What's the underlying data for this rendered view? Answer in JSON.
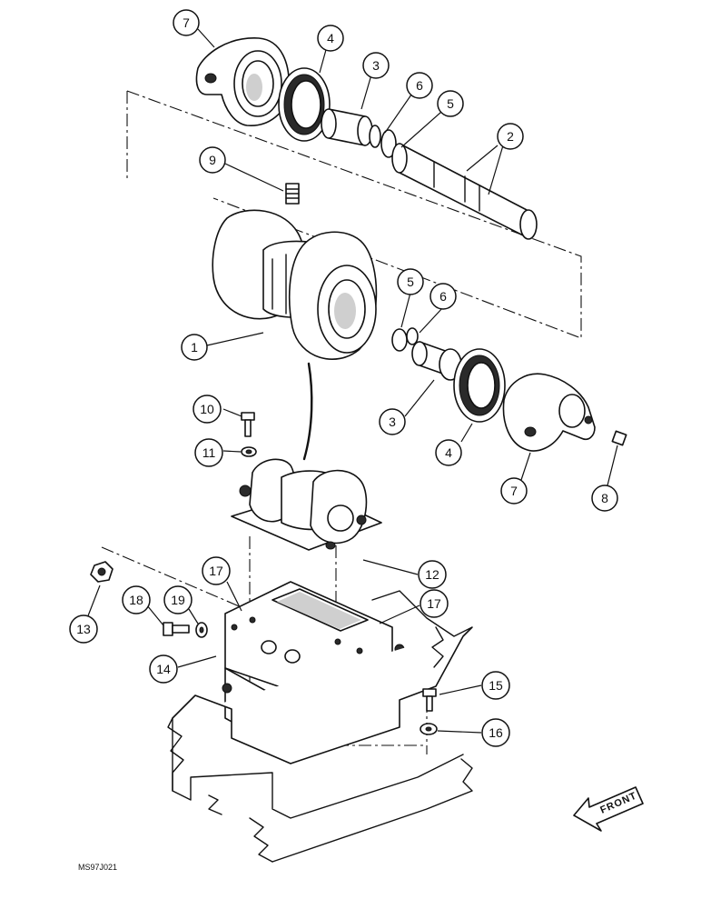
{
  "diagram": {
    "figure_id": "MS97J021",
    "direction_label": "FRONT",
    "callouts": [
      "7",
      "4",
      "3",
      "6",
      "5",
      "2",
      "9",
      "1",
      "5",
      "6",
      "10",
      "11",
      "3",
      "4",
      "7",
      "8",
      "12",
      "17",
      "13",
      "18",
      "19",
      "17",
      "14",
      "15",
      "16"
    ]
  }
}
